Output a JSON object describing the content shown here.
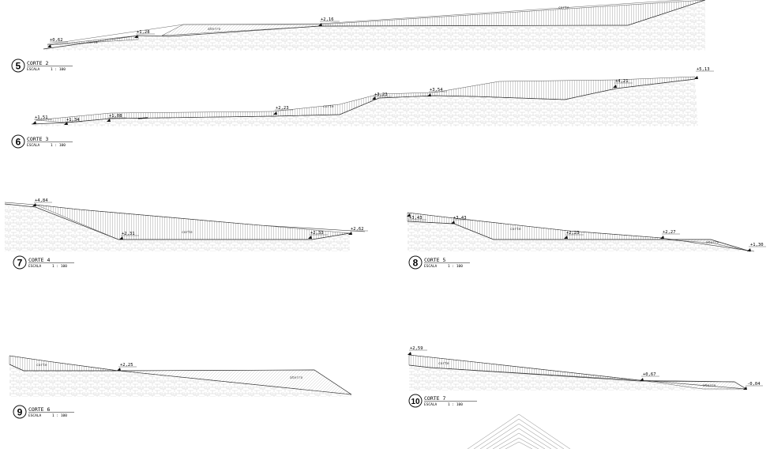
{
  "sections": [
    {
      "number": "5",
      "title": "CORTE 2",
      "scale_label": "ESCALA",
      "scale_value": "1 : 100",
      "zone_labels": [
        "corte",
        "aterro",
        "corte"
      ],
      "levels": [
        "+0,62",
        "+1,28",
        "+2,16"
      ]
    },
    {
      "number": "6",
      "title": "CORTE 3",
      "scale_label": "ESCALA",
      "scale_value": "1 : 100",
      "zone_labels": [
        "corte"
      ],
      "levels": [
        "+1,51",
        "+1,34",
        "+1,08",
        "+2,23",
        "+3,23",
        "+3,54",
        "+4,21",
        "+5,13"
      ]
    },
    {
      "number": "7",
      "title": "CORTE 4",
      "scale_label": "ESCALA",
      "scale_value": "1 : 100",
      "zone_labels": [
        "corte"
      ],
      "levels": [
        "+4,84",
        "+2,31",
        "+2,33",
        "+2,62"
      ]
    },
    {
      "number": "8",
      "title": "CORTE 5",
      "scale_label": "ESCALA",
      "scale_value": "1 : 100",
      "zone_labels": [
        "corte",
        "aterro"
      ],
      "levels": [
        "+3,43",
        "+3,43",
        "+2,23",
        "+2,27",
        "+1,30"
      ]
    },
    {
      "number": "9",
      "title": "CORTE 6",
      "scale_label": "ESCALA",
      "scale_value": "1 : 100",
      "zone_labels": [
        "corte",
        "aterro"
      ],
      "levels": [
        "+2,25"
      ]
    },
    {
      "number": "10",
      "title": "CORTE 7",
      "scale_label": "ESCALA",
      "scale_value": "1 : 100",
      "zone_labels": [
        "corte",
        "aterro"
      ],
      "levels": [
        "+2,59",
        "+0,67",
        "-0,04"
      ]
    }
  ]
}
